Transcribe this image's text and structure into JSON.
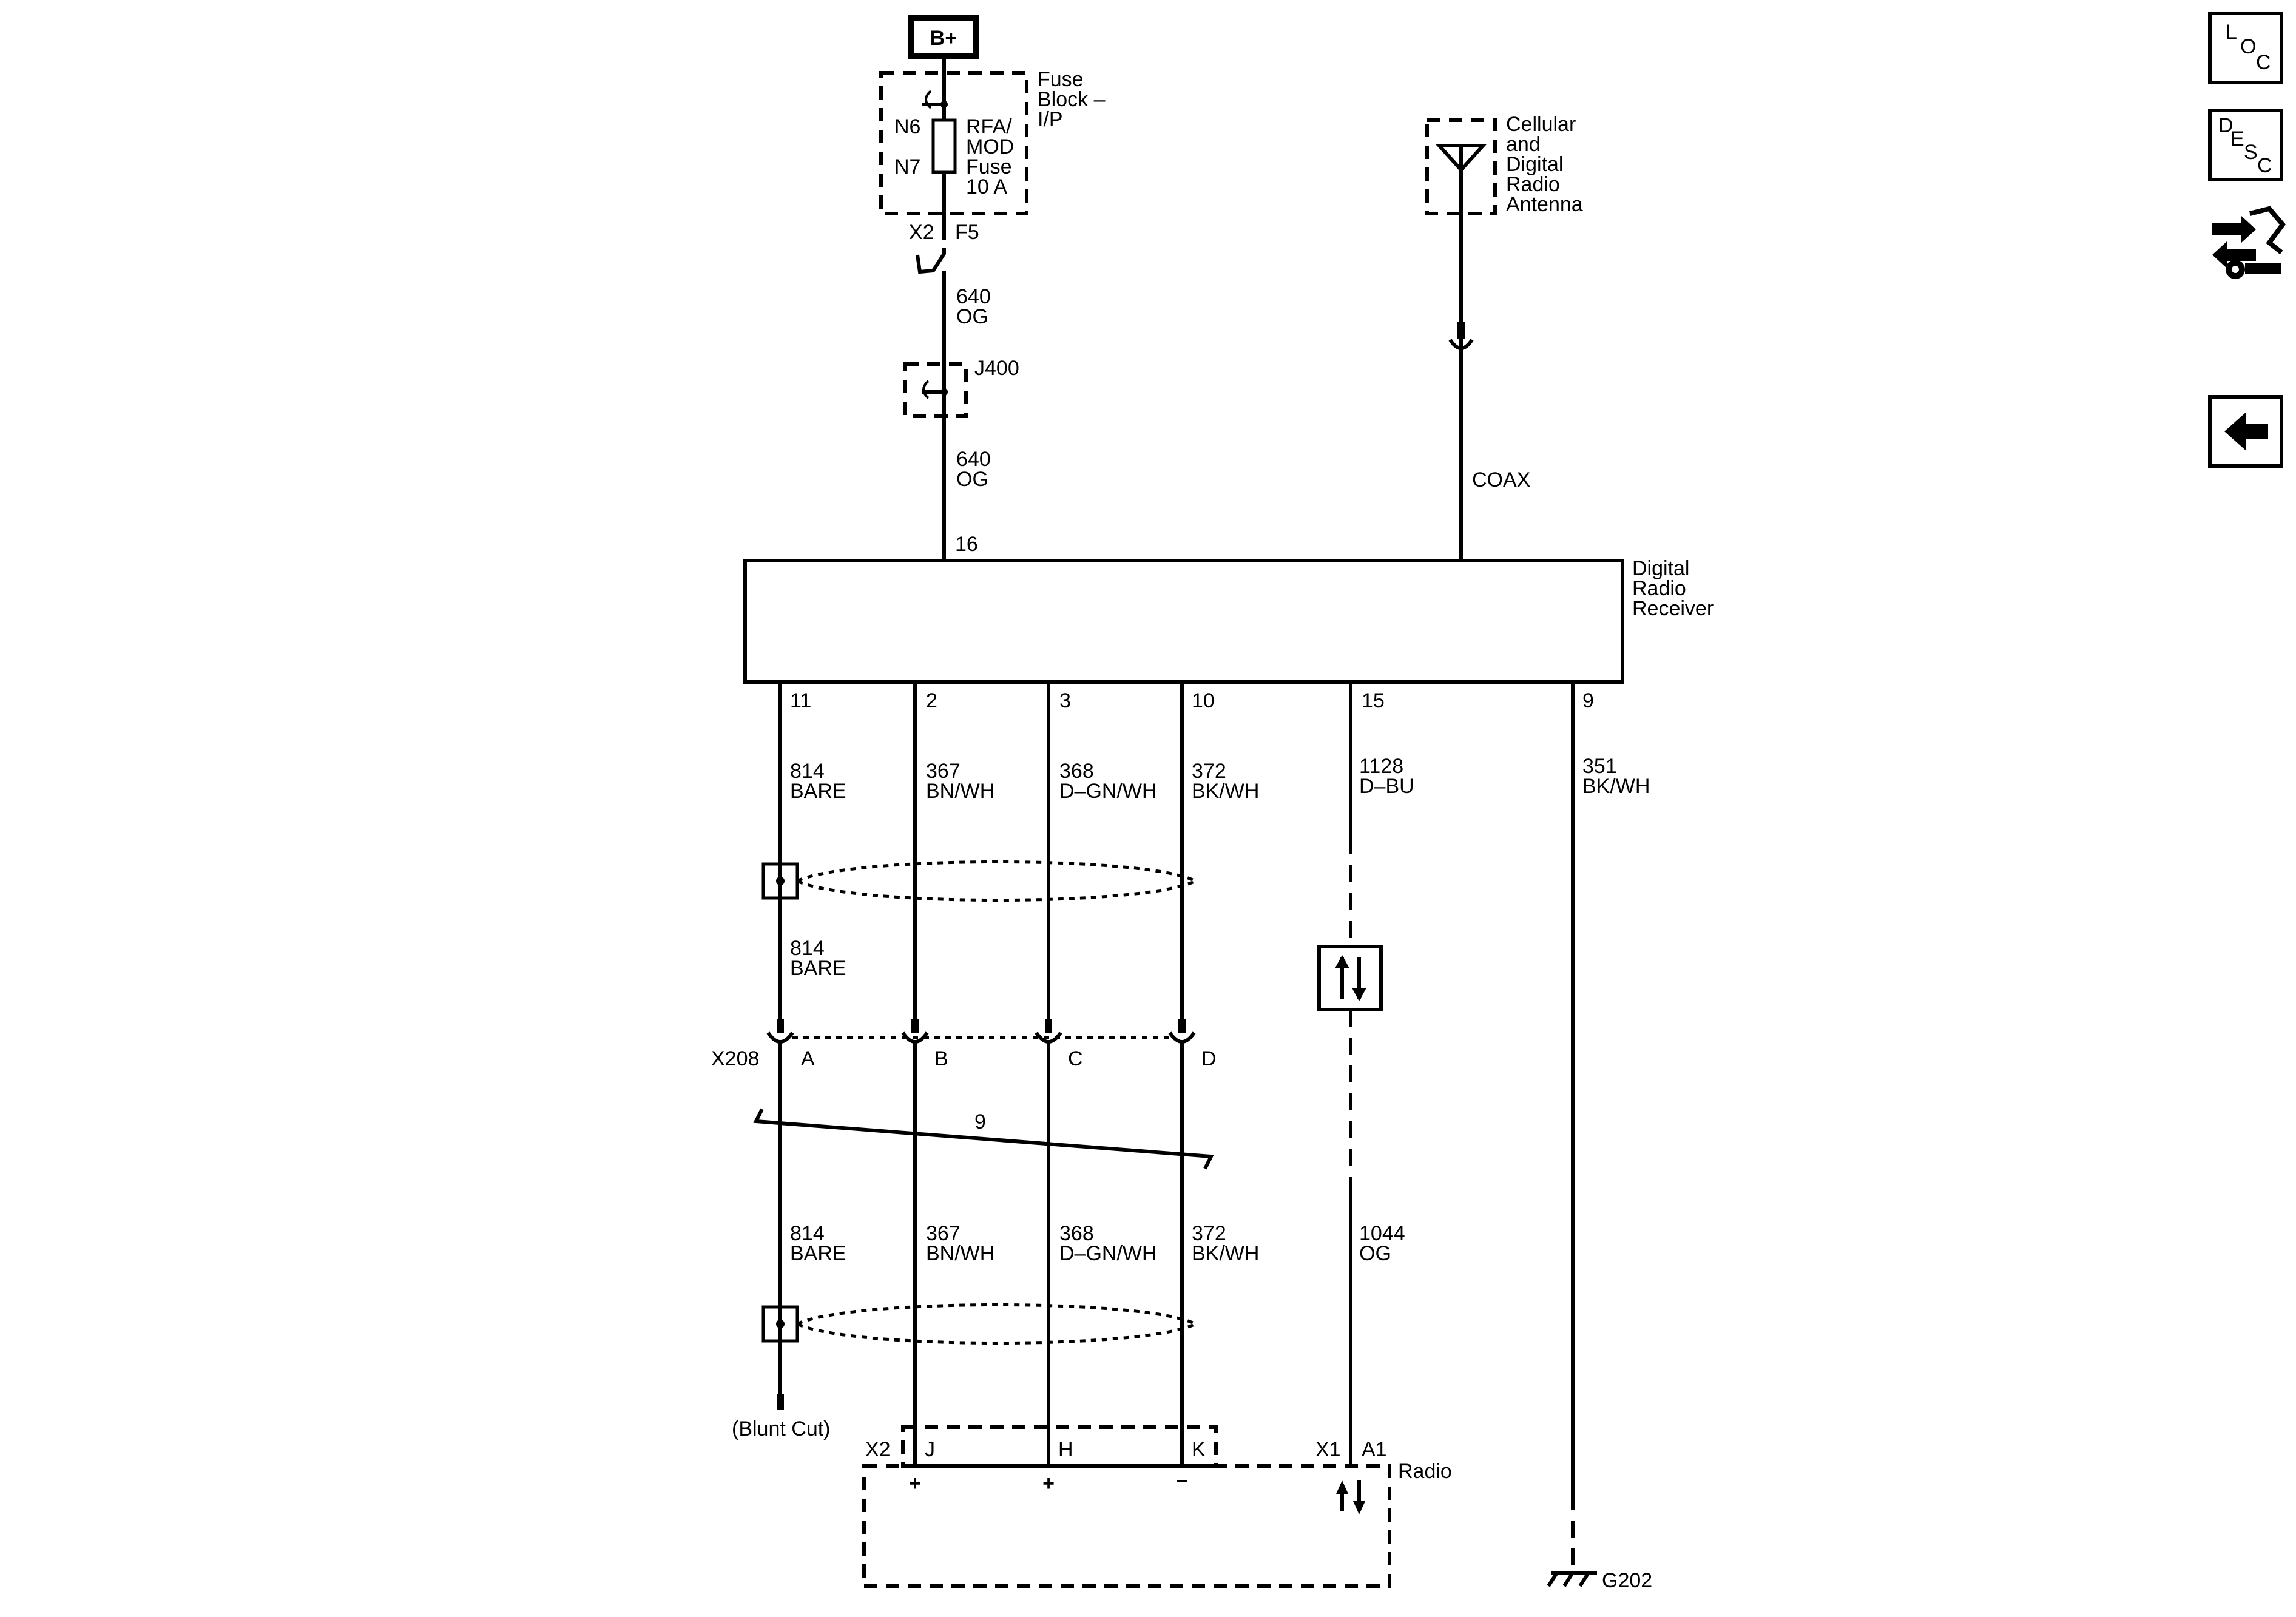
{
  "power": {
    "label": "B+"
  },
  "fuse_block": {
    "name_line1": "Fuse",
    "name_line2": "Block –",
    "name_line3": "I/P",
    "pin_in": "N6",
    "pin_out": "N7",
    "fuse_line1": "RFA/",
    "fuse_line2": "MOD",
    "fuse_line3": "Fuse",
    "fuse_line4": "10 A",
    "connector": "X2",
    "cavity": "F5"
  },
  "wire_640_top": {
    "circuit": "640",
    "color": "OG"
  },
  "inline_j400": {
    "label": "J400"
  },
  "wire_640_bottom": {
    "circuit": "640",
    "color": "OG"
  },
  "antenna": {
    "line1": "Cellular",
    "line2": "and",
    "line3": "Digital",
    "line4": "Radio",
    "line5": "Antenna"
  },
  "coax": {
    "label": "COAX"
  },
  "receiver": {
    "name_line1": "Digital",
    "name_line2": "Radio",
    "name_line3": "Receiver",
    "pin_top_power": "16",
    "bottom_pins": [
      "11",
      "2",
      "3",
      "10",
      "15",
      "9"
    ]
  },
  "upper_wires": [
    {
      "circuit": "814",
      "color": "BARE"
    },
    {
      "circuit": "367",
      "color": "BN/WH"
    },
    {
      "circuit": "368",
      "color": "D–GN/WH"
    },
    {
      "circuit": "372",
      "color": "BK/WH"
    },
    {
      "circuit": "1128",
      "color": "D–BU"
    },
    {
      "circuit": "351",
      "color": "BK/WH"
    }
  ],
  "drain_mid": {
    "circuit": "814",
    "color": "BARE"
  },
  "connector_x208": {
    "name": "X208",
    "pins": [
      "A",
      "B",
      "C",
      "D"
    ]
  },
  "twist": {
    "label": "9"
  },
  "lower_wires": [
    {
      "circuit": "814",
      "color": "BARE"
    },
    {
      "circuit": "367",
      "color": "BN/WH"
    },
    {
      "circuit": "368",
      "color": "D–GN/WH"
    },
    {
      "circuit": "372",
      "color": "BK/WH"
    },
    {
      "circuit": "1044",
      "color": "OG"
    }
  ],
  "blunt_cut": {
    "label": "(Blunt Cut)"
  },
  "radio": {
    "name": "Radio",
    "connector_x2": "X2",
    "x2_pins": [
      "J",
      "H",
      "K"
    ],
    "pin_signs": [
      "+",
      "+",
      "–"
    ],
    "connector_x1": "X1",
    "x1_pin": "A1"
  },
  "ground": {
    "label": "G202"
  },
  "side_buttons": {
    "loc": [
      "L",
      "O",
      "C"
    ],
    "desc": [
      "D",
      "E",
      "S",
      "C"
    ]
  }
}
